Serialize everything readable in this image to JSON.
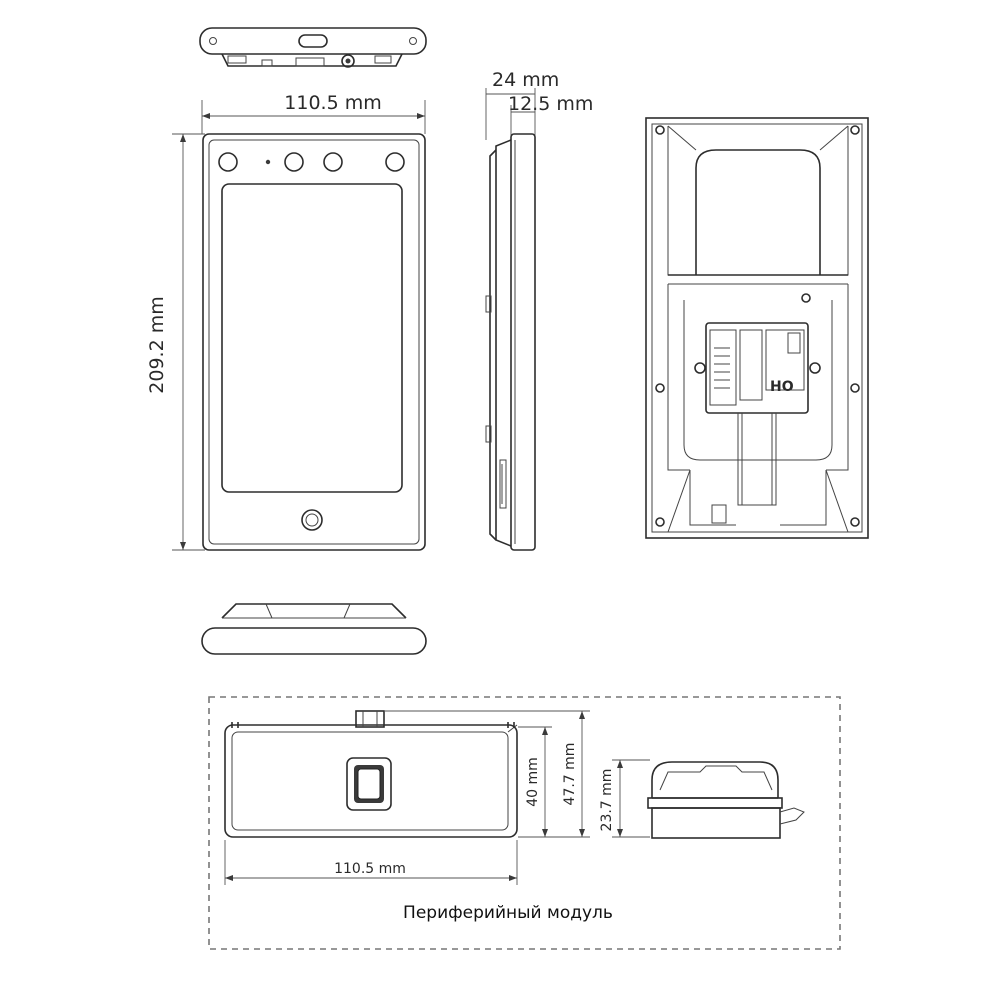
{
  "dimensions": {
    "front_width": "110.5 mm",
    "front_height": "209.2 mm",
    "side_total_depth": "24 mm",
    "side_body_depth": "12.5 mm",
    "module_width": "110.5 mm",
    "module_height_inner": "40 mm",
    "module_height_total": "47.7 mm",
    "module_side_height": "23.7 mm"
  },
  "back_labels": {
    "port_label": "HO"
  },
  "module_caption": "Периферийный модуль",
  "colors": {
    "line": "#2d2d2d",
    "dimension_line": "#555555",
    "dashed_frame": "#777777"
  }
}
